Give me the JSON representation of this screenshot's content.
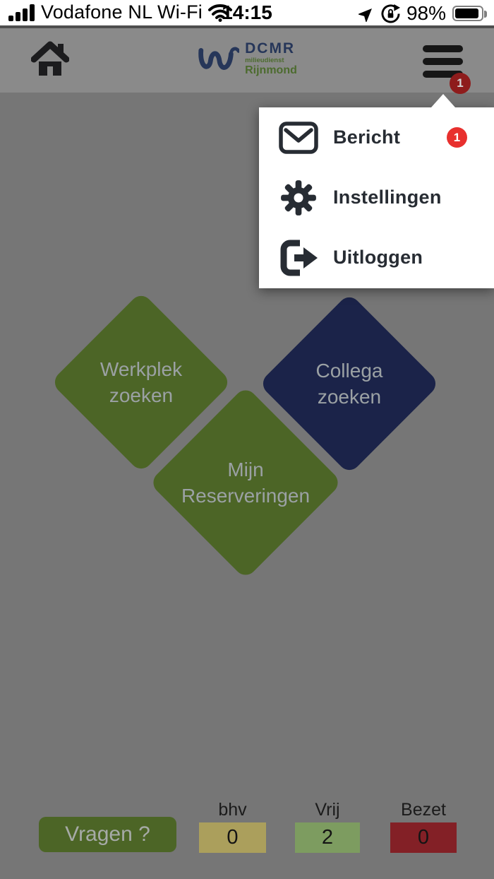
{
  "status_bar": {
    "carrier": "Vodafone NL Wi-Fi",
    "time": "14:15",
    "battery_percent": "98%"
  },
  "header": {
    "logo": {
      "name": "DCMR",
      "sub1": "milieudienst",
      "sub2": "Rijnmond"
    },
    "menu_badge": "1"
  },
  "menu": {
    "items": [
      {
        "label": "Bericht",
        "icon": "envelope-icon",
        "badge": "1"
      },
      {
        "label": "Instellingen",
        "icon": "gear-icon"
      },
      {
        "label": "Uitloggen",
        "icon": "logout-icon"
      }
    ]
  },
  "tiles": [
    {
      "line1": "Werkplek",
      "line2": "zoeken",
      "color": "#4c6526"
    },
    {
      "line1": "Collega",
      "line2": "zoeken",
      "color": "#1b2349"
    },
    {
      "line1": "Mijn",
      "line2": "Reserveringen",
      "color": "#4c6526"
    }
  ],
  "footer": {
    "vragen_label": "Vragen ?",
    "counters": [
      {
        "label": "bhv",
        "value": "0",
        "color": "#ab9f5c"
      },
      {
        "label": "Vrij",
        "value": "2",
        "color": "#7d9c60"
      },
      {
        "label": "Bezet",
        "value": "0",
        "color": "#832026"
      }
    ]
  },
  "icons": {
    "status": [
      "cellular-signal-icon",
      "wifi-icon",
      "location-icon",
      "orientation-lock-icon",
      "battery-icon"
    ],
    "header": [
      "home-icon",
      "dcmr-logo-mark",
      "hamburger-menu-icon"
    ],
    "menu": [
      "envelope-icon",
      "gear-icon",
      "logout-icon"
    ]
  },
  "colors": {
    "status_bar_bg": "#ffffff",
    "header_bg": "#8a8a8a",
    "content_bg": "#767676",
    "dropdown_bg": "#ffffff",
    "menu_item_text": "#272c33",
    "menu_badge_bg": "#e8302e",
    "header_badge_bg": "#8e1c1c",
    "tile_text": "#9ba1a4",
    "green_tile": "#4c6526",
    "navy_tile": "#1b2349",
    "vragen_bg": "#4c6526"
  }
}
